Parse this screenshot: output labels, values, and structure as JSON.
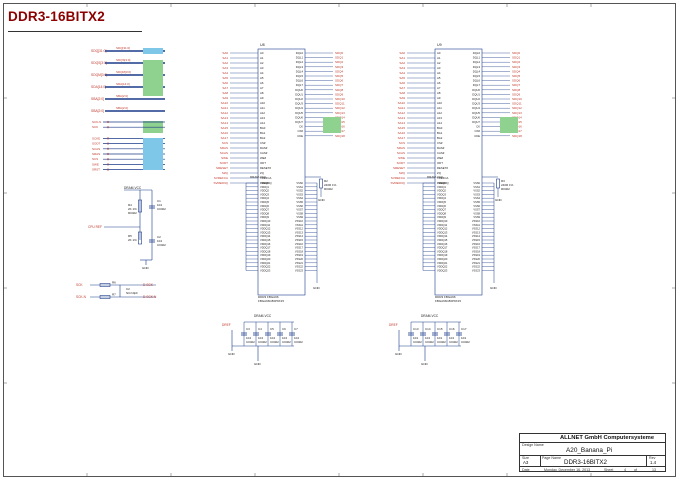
{
  "page_title": "DDR3-16BITX2",
  "title_block": {
    "company": "ALLNET GmbH Computersysteme",
    "design_name_label": "Design Name",
    "design_name": "A20_Banana_Pi",
    "size_label": "Size",
    "size": "A3",
    "page_name_label": "Page Name",
    "page_name": "DDR3-16BITX2",
    "rev_label": "Rev",
    "rev": "1.4",
    "date_label": "Date",
    "date": "Monday, December 16, 2013",
    "sheet_label": "Sheet",
    "sheet": "4",
    "of_label": "of",
    "total": "13"
  },
  "chip_u8": {
    "ref": "U8",
    "part": "DDR3 FBGA96",
    "pkg": "FBGA96C80P9X15"
  },
  "chip_u9": {
    "ref": "U9",
    "part": "DDR3 FBGA96",
    "pkg": "FBGA96C80P9X15"
  },
  "left_bus": {
    "labels": [
      "SDQ[31:0]",
      "SDQS[3:0]",
      "SDQM[3:0]",
      "SDA[14:0]",
      "SBA[2:0]"
    ],
    "single": [
      "SCK-N",
      "SCK",
      "SCKE",
      "SODT",
      "SCAS",
      "SRAS",
      "SCS",
      "SWE",
      "SRST"
    ]
  },
  "vref": {
    "supply": "DRAM-VCC",
    "net": "CPU REF",
    "r_top": "R4",
    "r_top_val": "2K 1%",
    "r_top_pkg": "R0402",
    "r_bot": "R5",
    "r_bot_val": "2K 1%",
    "c_top": "C1",
    "c_top_val": "104",
    "c_bot": "C2",
    "c_bot_val": "104",
    "pkg": "C0402",
    "gnd": "GND"
  },
  "clock_term": {
    "in_p": "SCK",
    "in_n": "SCK-N",
    "r_p": "R6",
    "r_n": "R7",
    "cap": "C2",
    "cap_val": "NC/10pF",
    "out_p": "D-SCK",
    "out_n": "D-SCK-N"
  },
  "decoupling_left": {
    "supply": "DRAM-VCC",
    "refs": [
      "C3",
      "C4",
      "C5",
      "C6",
      "C7"
    ],
    "value": "104",
    "pkg": "C0402",
    "net": "DREF",
    "gnd": "GND"
  },
  "decoupling_right": {
    "supply": "DRAM-VCC",
    "refs": [
      "C13",
      "C14",
      "C15",
      "C16",
      "C17"
    ],
    "value": "104",
    "pkg": "C0402",
    "net": "DREF",
    "gnd": "GND"
  },
  "zq_u8": {
    "ref": "R2",
    "val": "240R 1%",
    "pkg": "R0402",
    "gnd": "GND"
  },
  "zq_u9": {
    "ref": "R3",
    "val": "240R 1%",
    "pkg": "R0402",
    "gnd": "GND"
  },
  "colors": {
    "title": "#8b0000",
    "net_label": "#c0392b",
    "wire": "#1a3a8a",
    "bus_highlight": "#7fc7e8",
    "green_highlight": "#8fd18f",
    "chip_border": "#1a3a8a",
    "pin_text": "#222222"
  }
}
